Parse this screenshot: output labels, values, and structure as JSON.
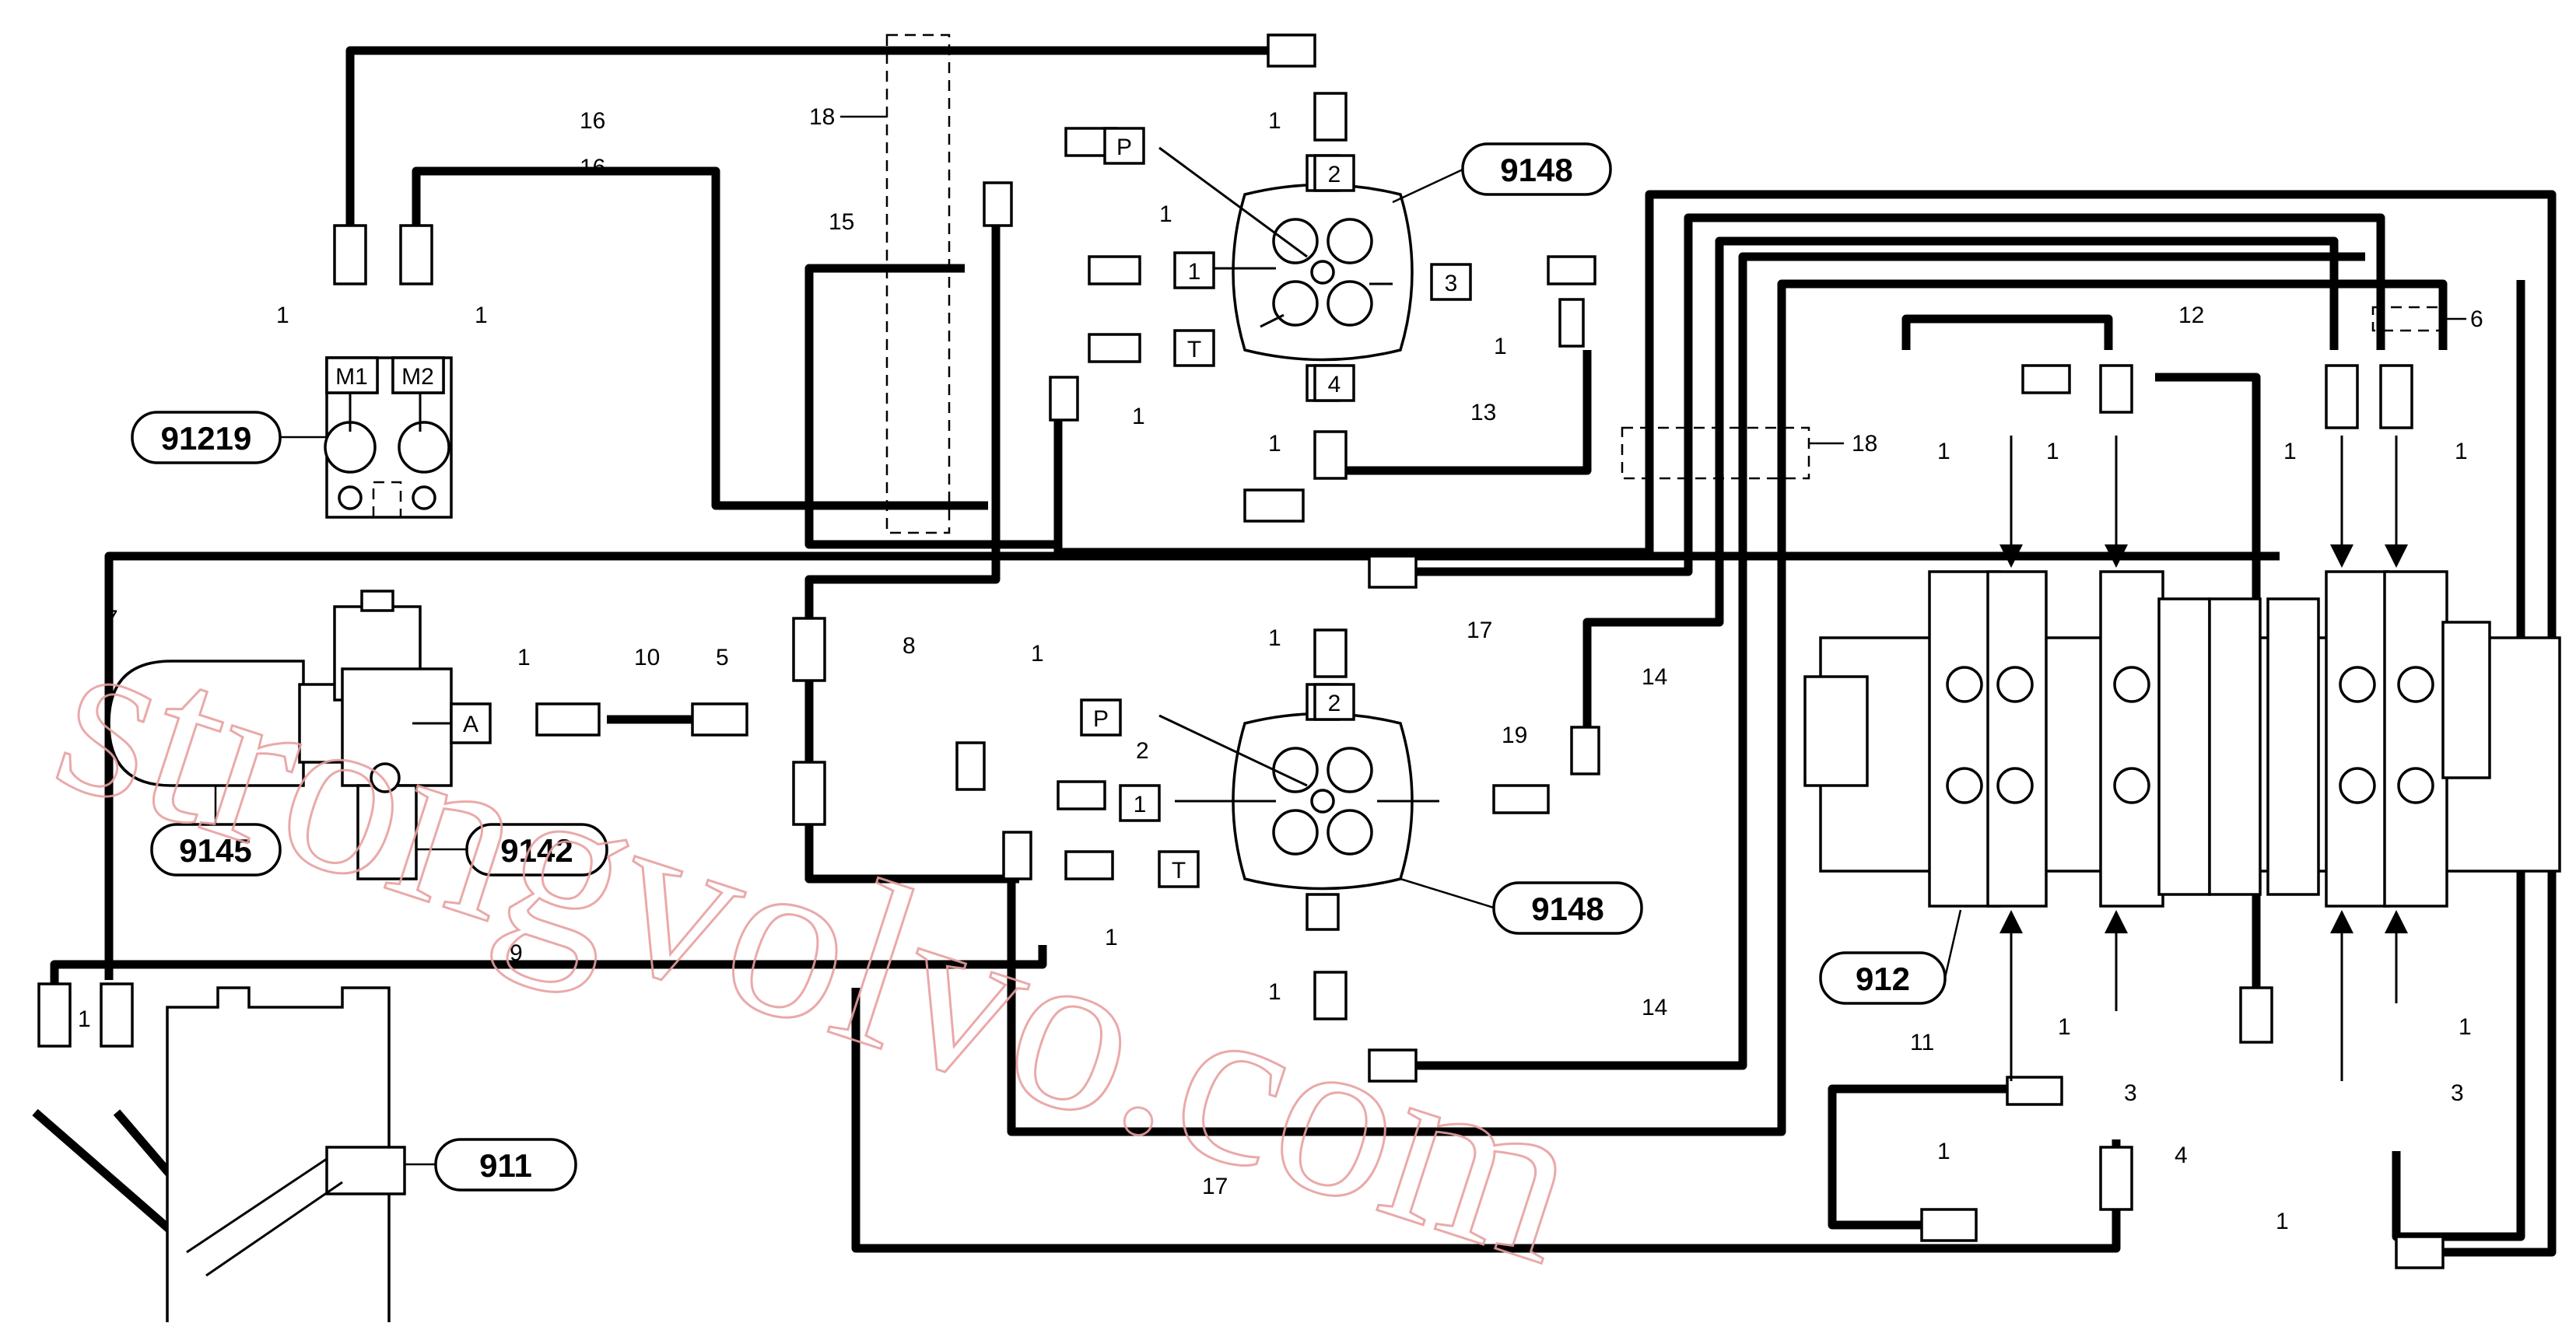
{
  "diagram": {
    "watermark": "strongvolvo.com",
    "components": {
      "pilot_valve_upper": "9148",
      "pilot_valve_lower": "9148",
      "valve_block": "91219",
      "accumulator": "9145",
      "solenoid_valve": "9142",
      "control_valve": "912",
      "pump_unit": "911"
    },
    "ports": {
      "m1": "M1",
      "m2": "M2",
      "p_upper": "P",
      "t_upper": "T",
      "p1_upper": "1",
      "p2_upper": "2",
      "p3_upper": "3",
      "p4_upper": "4",
      "p_lower": "P",
      "t_lower": "T",
      "p1_lower": "1",
      "p2_lower": "2",
      "a": "A"
    },
    "refs": {
      "r1": "1",
      "r2": "2",
      "r3": "3",
      "r4": "4",
      "r5": "5",
      "r6": "6",
      "r7": "7",
      "r8": "8",
      "r9": "9",
      "r10": "10",
      "r11": "11",
      "r12": "12",
      "r13": "13",
      "r14": "14",
      "r15": "15",
      "r16": "16",
      "r17": "17",
      "r18": "18",
      "r19": "19"
    }
  }
}
